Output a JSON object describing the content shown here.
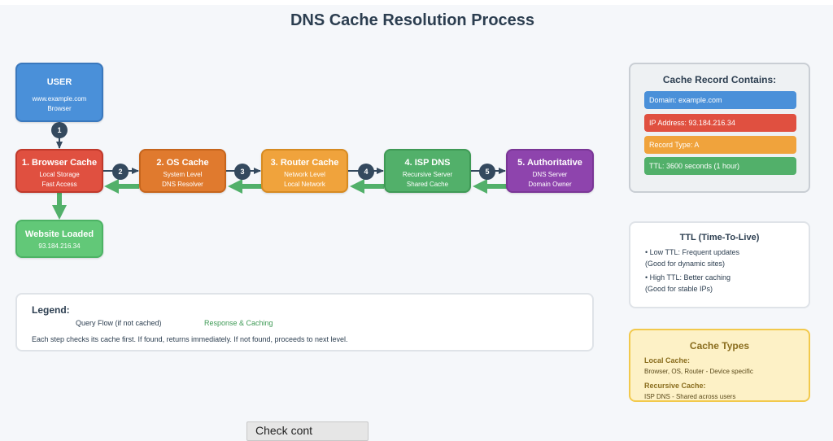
{
  "title": "DNS Cache Resolution Process",
  "nodes": {
    "user": {
      "title": "USER",
      "line1": "www.example.com",
      "line2": "Browser"
    },
    "browser": {
      "title": "1. Browser Cache",
      "line1": "Local Storage",
      "line2": "Fast Access"
    },
    "os": {
      "title": "2. OS Cache",
      "line1": "System Level",
      "line2": "DNS Resolver"
    },
    "router": {
      "title": "3. Router Cache",
      "line1": "Network Level",
      "line2": "Local Network"
    },
    "isp": {
      "title": "4. ISP DNS",
      "line1": "Recursive Server",
      "line2": "Shared Cache"
    },
    "auth": {
      "title": "5. Authoritative",
      "line1": "DNS Server",
      "line2": "Domain Owner"
    },
    "loaded": {
      "title": "Website Loaded",
      "line1": "93.184.216.34"
    }
  },
  "steps": [
    "1",
    "2",
    "3",
    "4",
    "5"
  ],
  "legend": {
    "title": "Legend:",
    "query": "Query Flow (if not cached)",
    "response": "Response & Caching",
    "note": "Each step checks its cache first. If found, returns immediately. If not found, proceeds to next level."
  },
  "record": {
    "title": "Cache Record Contains:",
    "rows": [
      {
        "text": "Domain: example.com",
        "color": "#4a90d9"
      },
      {
        "text": "IP Address: 93.184.216.34",
        "color": "#e05040"
      },
      {
        "text": "Record Type: A",
        "color": "#f0a33c"
      },
      {
        "text": "TTL: 3600 seconds (1 hour)",
        "color": "#52b06a"
      }
    ]
  },
  "ttl": {
    "title": "TTL (Time-To-Live)",
    "low": "• Low TTL: Frequent updates",
    "low_note": "(Good for dynamic sites)",
    "high": "• High TTL: Better caching",
    "high_note": "(Good for stable IPs)"
  },
  "types": {
    "title": "Cache Types",
    "local_h": "Local Cache:",
    "local_d": "Browser, OS, Router - Device specific",
    "rec_h": "Recursive Cache:",
    "rec_d": "ISP DNS - Shared across users"
  },
  "tooltip": "Check cont"
}
